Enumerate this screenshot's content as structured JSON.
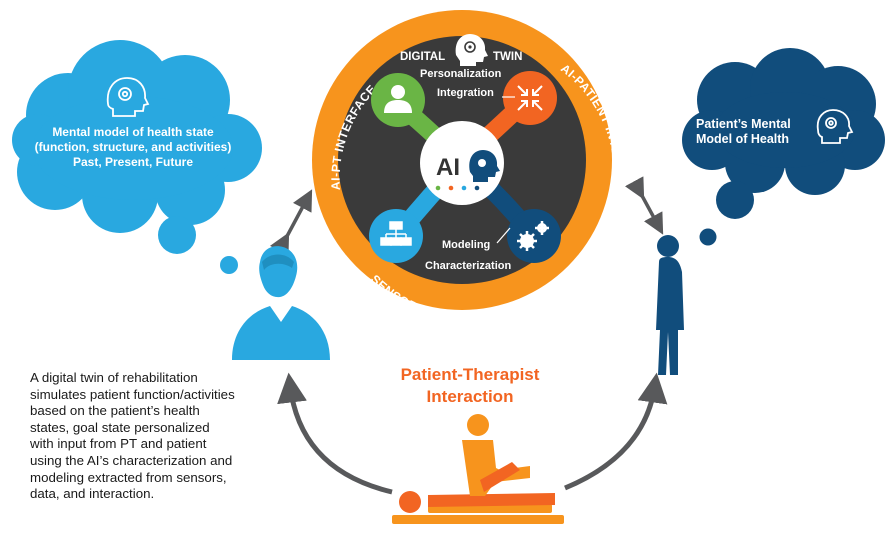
{
  "twin": {
    "left_word": "DIGITAL",
    "right_word": "TWIN",
    "ai_label": "AI",
    "personalization": "Personalization",
    "integration": "Integration",
    "modeling": "Modeling",
    "characterization": "Characterization",
    "ring_left": "AI-PT INTERFACE",
    "ring_right": "AI-PATIENT INTERFACE",
    "ring_bottom": "SENSOR-DATA INTERFACE"
  },
  "left_cloud": {
    "line1": "Mental model of health state",
    "line2": "(function, structure, and activities)",
    "line3": "Past, Present, Future"
  },
  "right_cloud": {
    "line1": "Patient’s Mental",
    "line2": "Model of Health"
  },
  "interaction": {
    "line1": "Patient-Therapist",
    "line2": "Interaction"
  },
  "description": {
    "lines": [
      "A digital twin of rehabilitation",
      "simulates patient function/activities",
      "based on the patient’s health",
      "states, goal state personalized",
      "with input from PT and patient",
      "using the AI’s characterization and",
      "modeling extracted from sensors,",
      "data, and interaction."
    ]
  },
  "colors": {
    "orange": "#f7941d",
    "ring_dark": "#3a3a3a",
    "light_blue": "#29a8e0",
    "dark_blue": "#114d7c",
    "green": "#6ab545",
    "accent_orange": "#f26522",
    "arrow_gray": "#58595b"
  }
}
